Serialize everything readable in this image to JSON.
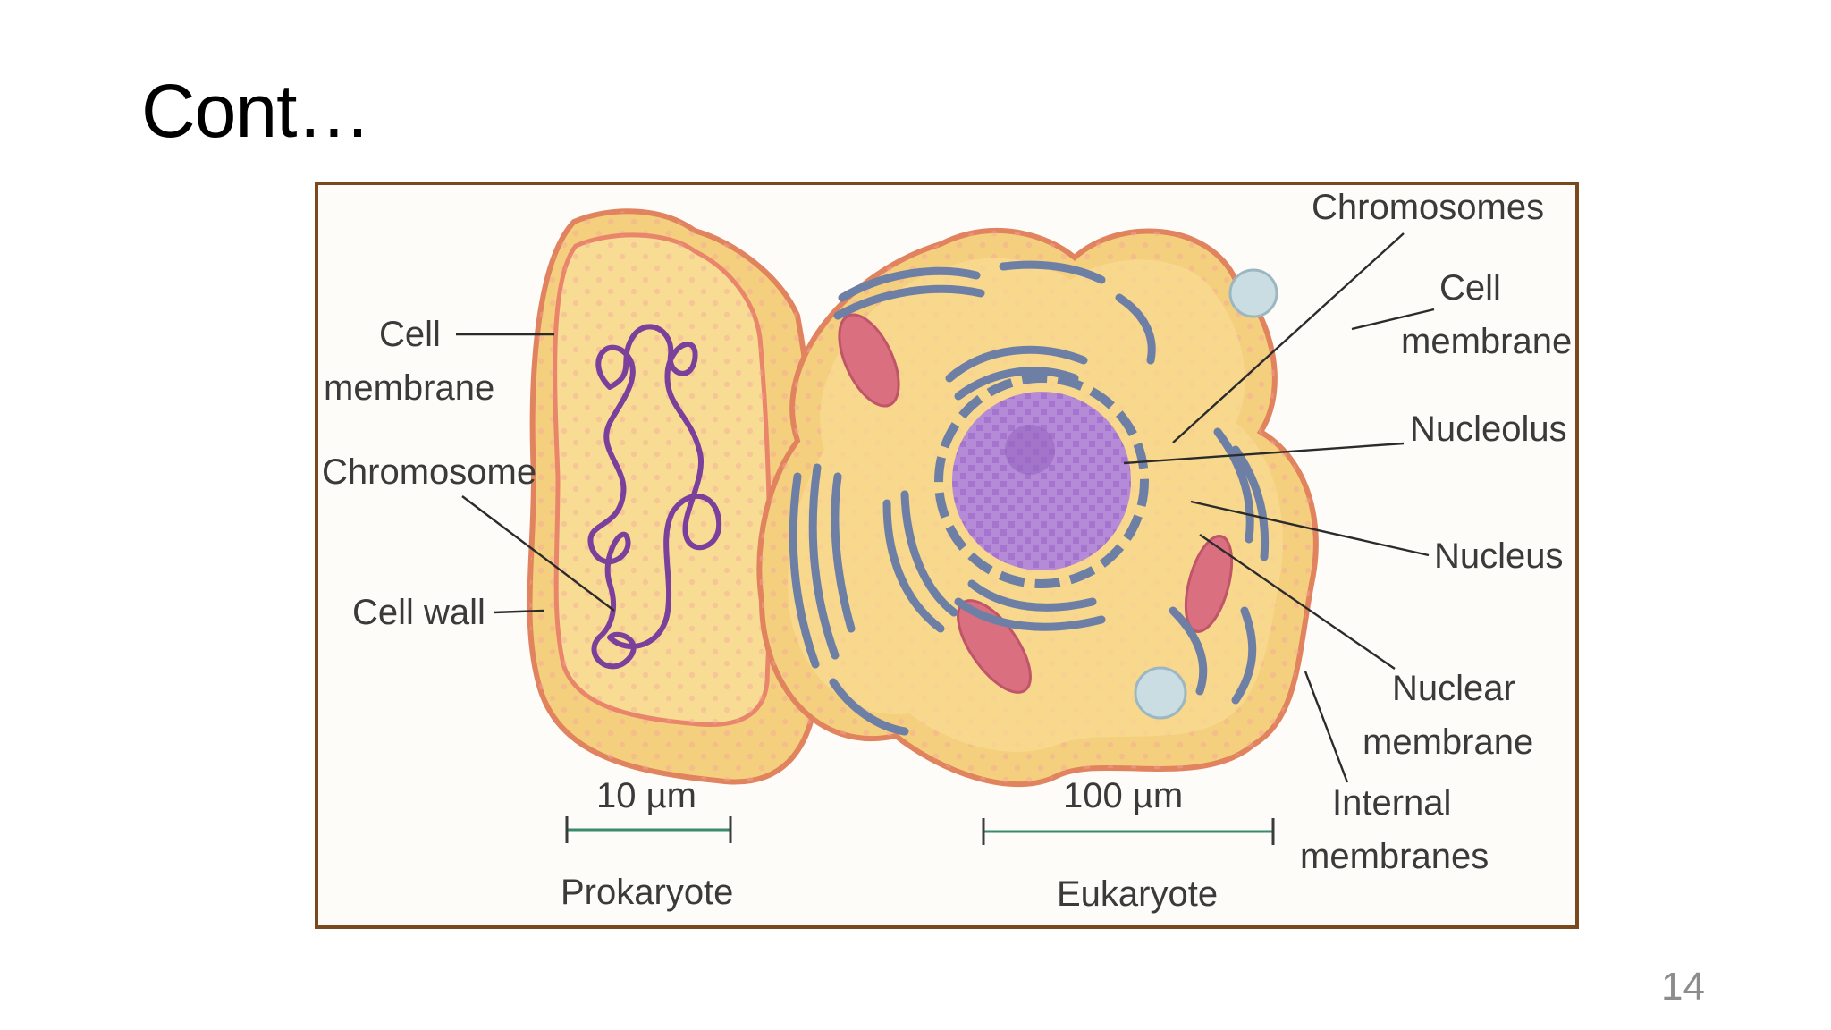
{
  "slide": {
    "title": "Cont…",
    "page_number": "14"
  },
  "diagram": {
    "prokaryote": {
      "caption": "Prokaryote",
      "scale_bar": "10 µm",
      "labels": {
        "cell_membrane_line1": "Cell",
        "cell_membrane_line2": "membrane",
        "chromosome": "Chromosome",
        "cell_wall": "Cell wall"
      }
    },
    "eukaryote": {
      "caption": "Eukaryote",
      "scale_bar": "100 µm",
      "labels": {
        "chromosomes": "Chromosomes",
        "cell_membrane_line1": "Cell",
        "cell_membrane_line2": "membrane",
        "nucleolus": "Nucleolus",
        "nucleus": "Nucleus",
        "nuclear_membrane_line1": "Nuclear",
        "nuclear_membrane_line2": "membrane",
        "internal_membranes_line1": "Internal",
        "internal_membranes_line2": "membranes"
      }
    },
    "colors": {
      "frame": "#7a4a1e",
      "cell_fill": "#f6d98c",
      "cell_edge": "#e58a6a",
      "nucleus": "#b58ad6",
      "organelle": "#6e7fa6",
      "chromosome": "#7b3f9c"
    }
  }
}
